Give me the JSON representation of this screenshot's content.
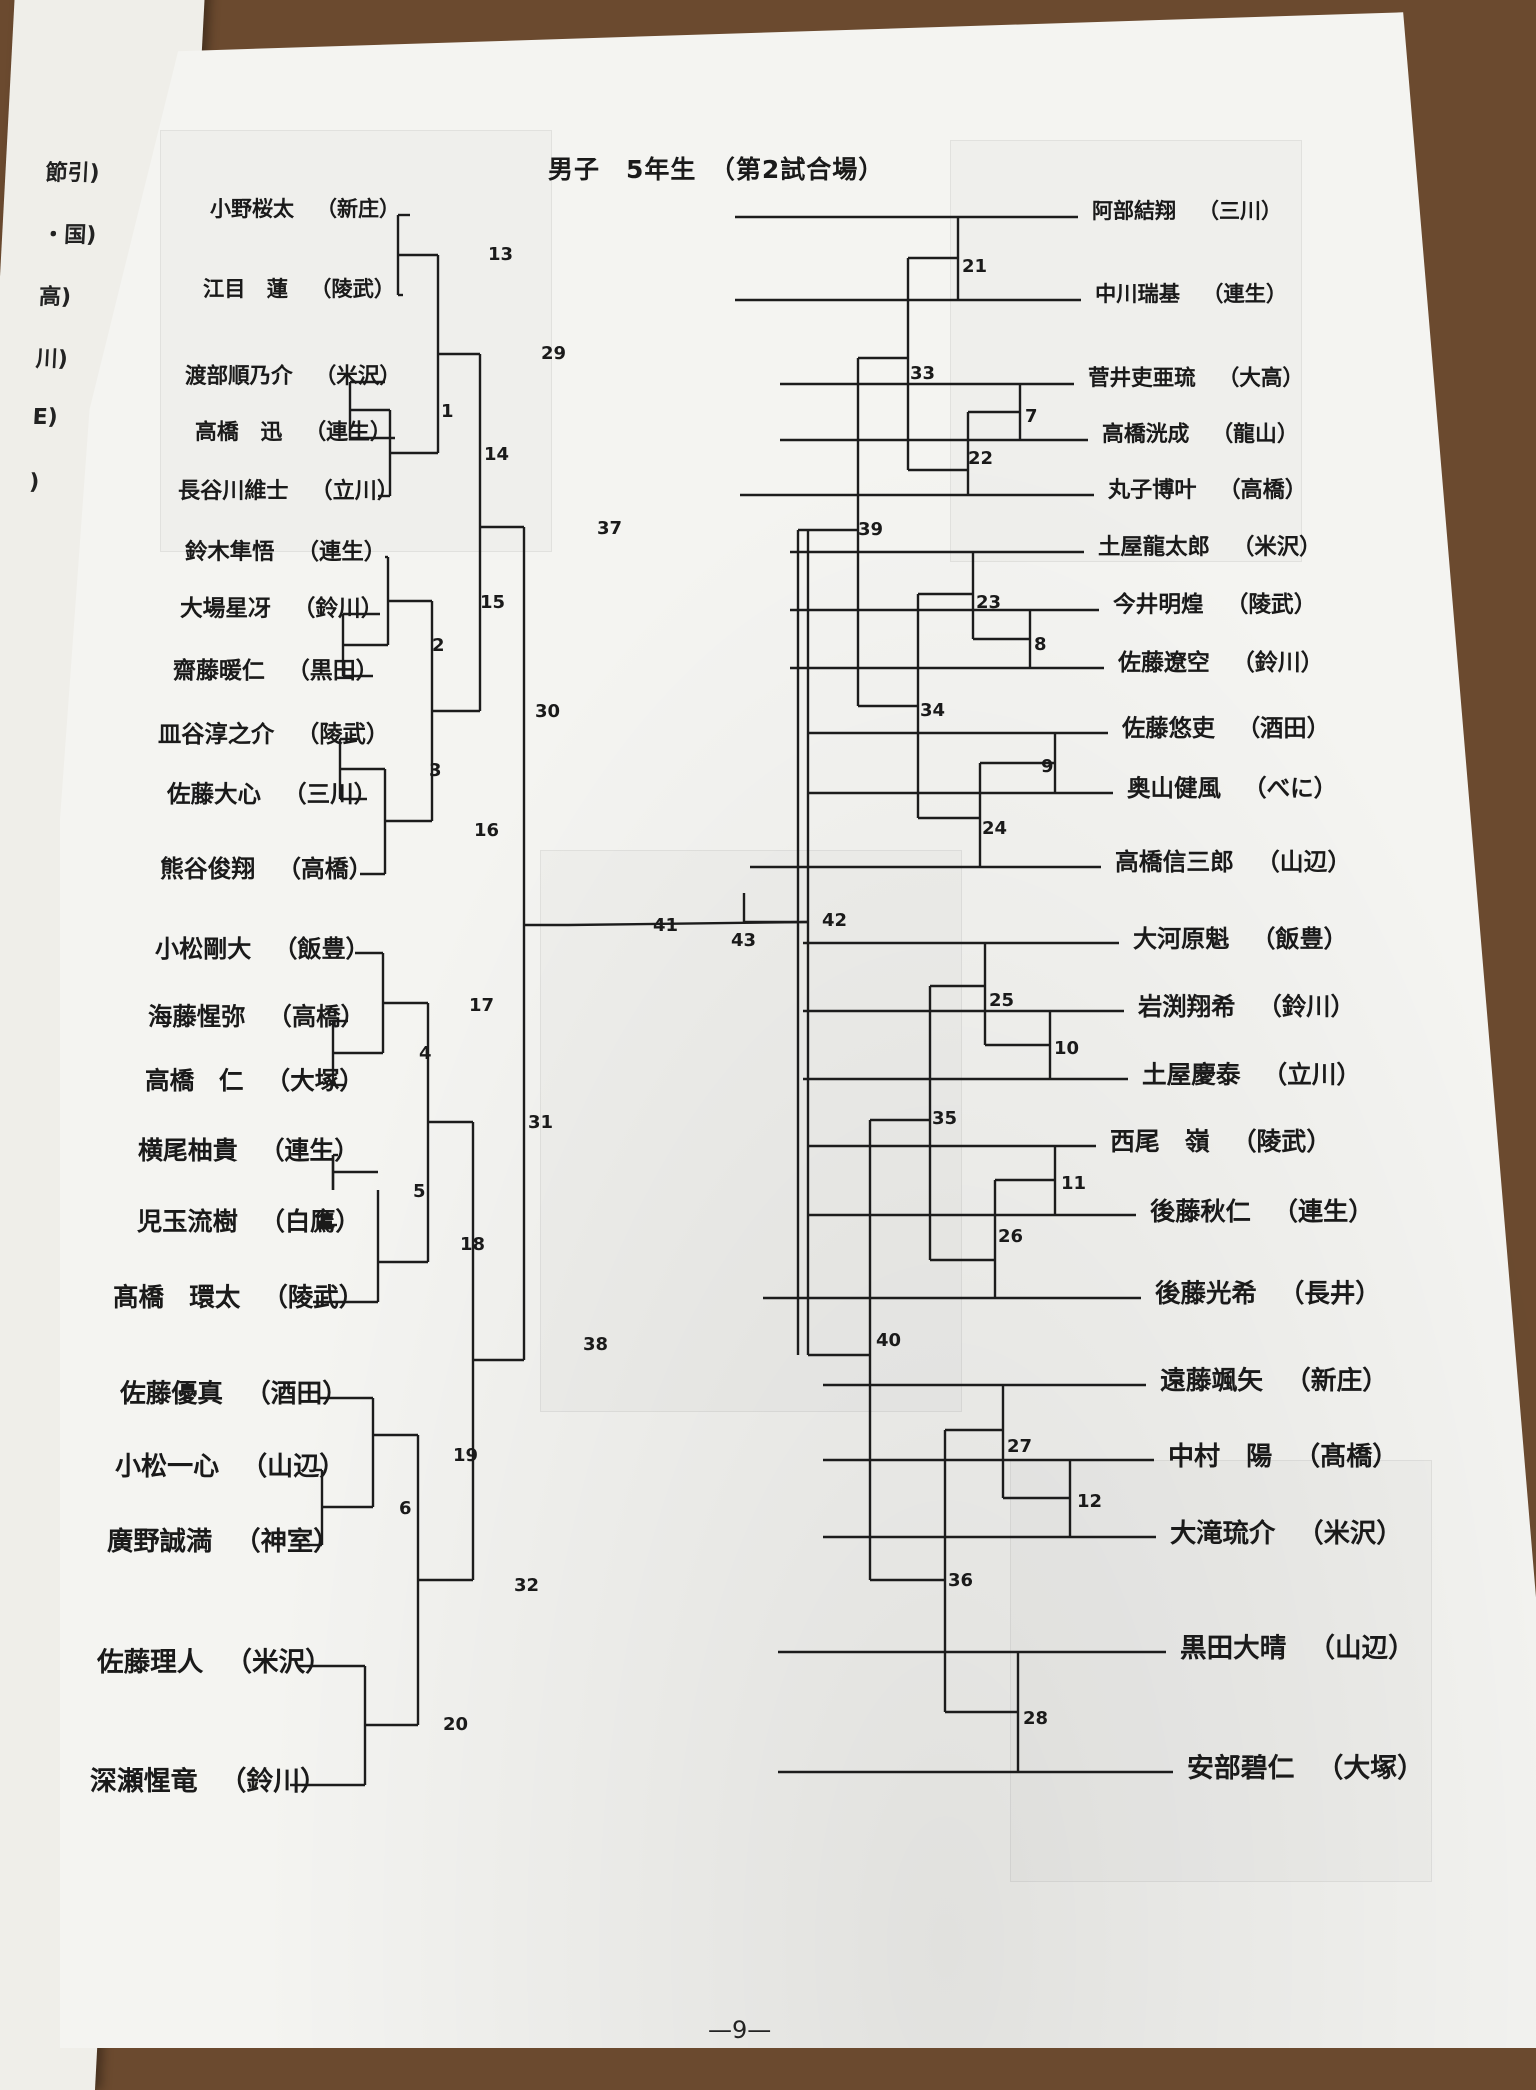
{
  "title": "男子　5年生　（第2試合場）",
  "page_number": "—9—",
  "left_page_fragments": [
    "節引)",
    "・国)",
    "高)",
    "川)",
    "E)",
    ")"
  ],
  "left_players": [
    {
      "name": "小野桜太",
      "team": "（新庄）"
    },
    {
      "name": "江目　蓮",
      "team": "（陵武）"
    },
    {
      "name": "渡部順乃介",
      "team": "（米沢）"
    },
    {
      "name": "高橋　迅",
      "team": "（連生）"
    },
    {
      "name": "長谷川維士",
      "team": "（立川）"
    },
    {
      "name": "鈴木隼悟",
      "team": "（連生）"
    },
    {
      "name": "大場星冴",
      "team": "（鈴川）"
    },
    {
      "name": "齋藤暖仁",
      "team": "（黒田）"
    },
    {
      "name": "皿谷淳之介",
      "team": "（陵武）"
    },
    {
      "name": "佐藤大心",
      "team": "（三川）"
    },
    {
      "name": "熊谷俊翔",
      "team": "（高橋）"
    },
    {
      "name": "小松剛大",
      "team": "（飯豊）"
    },
    {
      "name": "海藤惺弥",
      "team": "（高橋）"
    },
    {
      "name": "高橋　仁",
      "team": "（大塚）"
    },
    {
      "name": "横尾柚貴",
      "team": "（連生）"
    },
    {
      "name": "児玉流樹",
      "team": "（白鷹）"
    },
    {
      "name": "髙橋　環太",
      "team": "（陵武）"
    },
    {
      "name": "佐藤優真",
      "team": "（酒田）"
    },
    {
      "name": "小松一心",
      "team": "（山辺）"
    },
    {
      "name": "廣野誠満",
      "team": "（神室）"
    },
    {
      "name": "佐藤理人",
      "team": "（米沢）"
    },
    {
      "name": "深瀬惺竜",
      "team": "（鈴川）"
    }
  ],
  "right_players": [
    {
      "name": "阿部結翔",
      "team": "（三川）"
    },
    {
      "name": "中川瑞基",
      "team": "（連生）"
    },
    {
      "name": "菅井吏亜琉",
      "team": "（大高）"
    },
    {
      "name": "高橋洸成",
      "team": "（龍山）"
    },
    {
      "name": "丸子博叶",
      "team": "（高橋）"
    },
    {
      "name": "土屋龍太郎",
      "team": "（米沢）"
    },
    {
      "name": "今井明煌",
      "team": "（陵武）"
    },
    {
      "name": "佐藤遼空",
      "team": "（鈴川）"
    },
    {
      "name": "佐藤悠吏",
      "team": "（酒田）"
    },
    {
      "name": "奥山健風",
      "team": "（べに）"
    },
    {
      "name": "高橋信三郎",
      "team": "（山辺）"
    },
    {
      "name": "大河原魁",
      "team": "（飯豊）"
    },
    {
      "name": "岩渕翔希",
      "team": "（鈴川）"
    },
    {
      "name": "土屋慶泰",
      "team": "（立川）"
    },
    {
      "name": "西尾　嶺",
      "team": "（陵武）"
    },
    {
      "name": "後藤秋仁",
      "team": "（連生）"
    },
    {
      "name": "後藤光希",
      "team": "（長井）"
    },
    {
      "name": "遠藤颯矢",
      "team": "（新庄）"
    },
    {
      "name": "中村　陽",
      "team": "（髙橋）"
    },
    {
      "name": "大滝琉介",
      "team": "（米沢）"
    },
    {
      "name": "黒田大晴",
      "team": "（山辺）"
    },
    {
      "name": "安部碧仁",
      "team": "（大塚）"
    }
  ],
  "match_numbers": [
    "1",
    "2",
    "3",
    "4",
    "5",
    "6",
    "7",
    "8",
    "9",
    "10",
    "11",
    "12",
    "13",
    "14",
    "15",
    "16",
    "17",
    "18",
    "19",
    "20",
    "21",
    "22",
    "23",
    "24",
    "25",
    "26",
    "27",
    "28",
    "29",
    "30",
    "31",
    "32",
    "33",
    "34",
    "35",
    "36",
    "37",
    "38",
    "39",
    "40",
    "41",
    "42",
    "43"
  ]
}
